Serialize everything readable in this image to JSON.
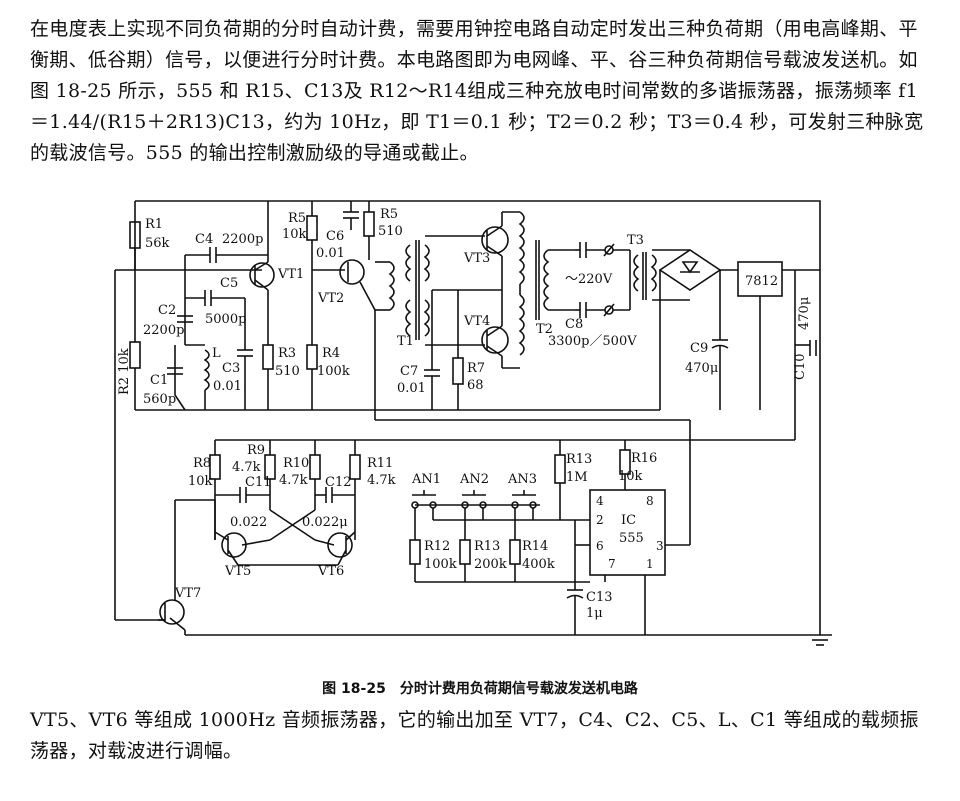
{
  "text": {
    "para1": "在电度表上实现不同负荷期的分时自动计费，需要用钟控电路自动定时发出三种负荷期（用电高峰期、平衡期、低谷期）信号，以便进行分时计费。本电路图即为电网峰、平、谷三种负荷期信号载波发送机。如图 18-25 所示，555 和 R15、C13及 R12～R14组成三种充放电时间常数的多谐振荡器，振荡频率 f1＝1.44/(R15＋2R13)C13，约为 10Hz，即 T1＝0.1 秒；T2＝0.2 秒；T3＝0.4 秒，可发射三种脉宽的载波信号。555 的输出控制激励级的导通或截止。",
    "caption": "图 18-25　分时计费用负荷期信号载波发送机电路",
    "para2": "VT5、VT6 等组成 1000Hz 音频振荡器，它的输出加至 VT7，C4、C2、C5、L、C1 等组成的载频振荡器，对载波进行调幅。"
  },
  "labels": {
    "R1": "R1",
    "R1v": "56k",
    "R2": "R2 10k",
    "C4": "C4",
    "C4v": "2200p",
    "C5": "C5",
    "C5v": "5000p",
    "C2": "C2",
    "C2v": "2200p",
    "L": "L",
    "C1": "C1",
    "C1v": "560p",
    "C3": "C3",
    "C3v": "0.01",
    "R3": "R3",
    "R3v": "510",
    "VT1": "VT1",
    "R5a": "R5",
    "R5av": "10k",
    "C6": "C6",
    "C6v": "0.01",
    "R5b": "R5",
    "R5bv": "510",
    "VT2": "VT2",
    "R4": "R4",
    "R4v": "100k",
    "T1": "T1",
    "VT3": "VT3",
    "VT4": "VT4",
    "C7": "C7",
    "C7v": "0.01",
    "R7": "R7",
    "R7v": "68",
    "T2": "T2",
    "ac": "～220V",
    "C8": "C8",
    "C8v": "3300p／500V",
    "T3": "T3",
    "C9": "C9",
    "C9v": "470μ",
    "reg": "7812",
    "C10": "C10",
    "C10v": "470μ",
    "R8": "R8",
    "R8v": "10k",
    "R9": "R9",
    "R9v": "4.7k",
    "R10": "R10",
    "R10v": "4.7k",
    "R11": "R11",
    "R11v": "4.7k",
    "C11": "C11",
    "C11v": "0.022",
    "C12": "C12",
    "C12v": "0.022μ",
    "VT5": "VT5",
    "VT6": "VT6",
    "VT7": "VT7",
    "AN1": "AN1",
    "AN2": "AN2",
    "AN3": "AN3",
    "R12": "R12",
    "R12v": "100k",
    "R13": "R13",
    "R13v": "200k",
    "R14": "R14",
    "R14v": "400k",
    "R15": "R13",
    "R15v": "1M",
    "R16": "R16",
    "R16v": "10k",
    "C13": "C13",
    "C13v": "1μ",
    "IC": "IC",
    "ICm": "555",
    "pin4": "4",
    "pin8": "8",
    "pin2": "2",
    "pin6": "6",
    "pin3": "3",
    "pin7": "7",
    "pin1": "1"
  }
}
